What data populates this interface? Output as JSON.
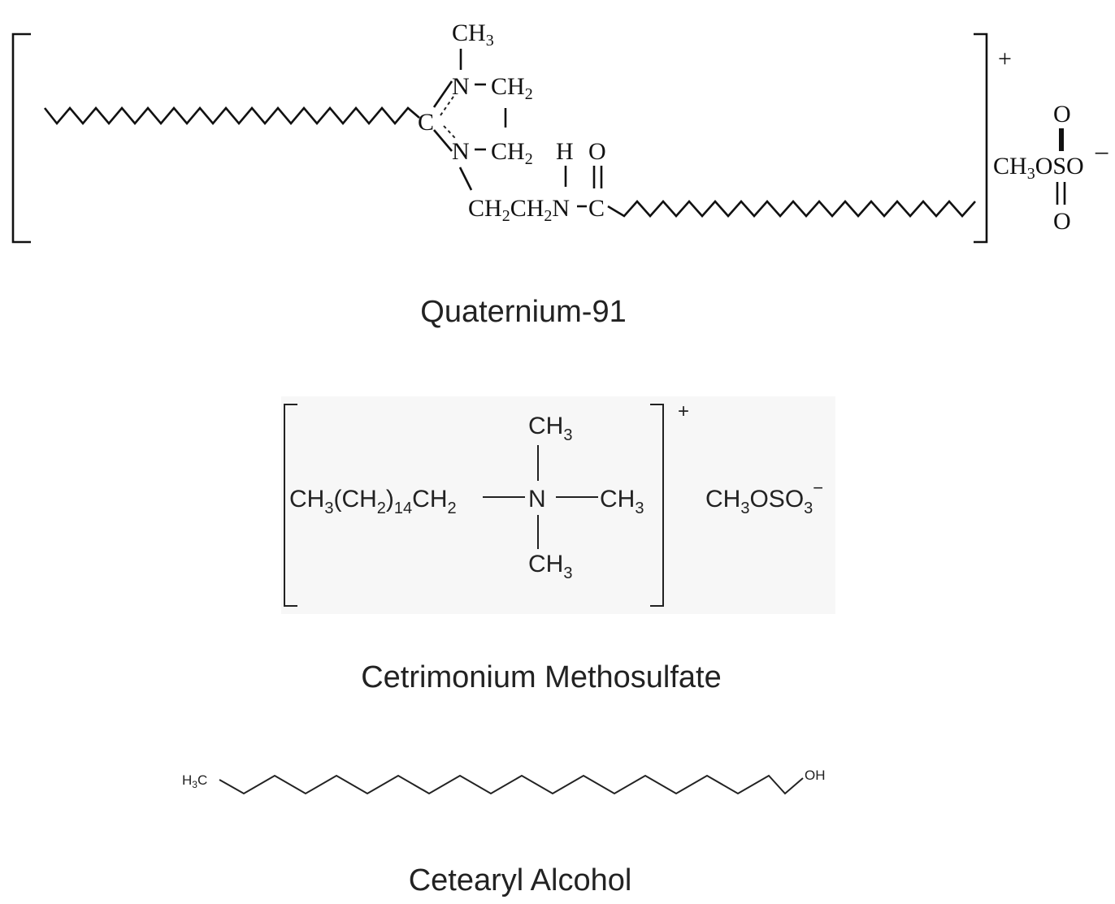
{
  "structures": [
    {
      "name": "Quaternium-91",
      "charge": "+",
      "labels": {
        "ch3_top": "CH",
        "ch3_top_sub": "3",
        "n_top": "N",
        "ch2_top": "CH",
        "ch2_top_sub": "2",
        "c_ring": "C",
        "n_bottom": "N",
        "ch2_mid": "CH",
        "ch2_mid_sub": "2",
        "h": "H",
        "o_amide": "O",
        "chain_link_1": "CH",
        "chain_link_1_sub": "2",
        "chain_link_2": "CH",
        "chain_link_2_sub": "2",
        "n_amide": "N",
        "c_amide": "C"
      },
      "counterion": {
        "prefix": "CH",
        "prefix_sub": "3",
        "middle": "OSO",
        "charge": "−",
        "o_top": "O",
        "o_bottom": "O"
      }
    },
    {
      "name": "Cetrimonium Methosulfate",
      "charge": "+",
      "labels": {
        "chain": "CH",
        "chain_sub1": "3",
        "chain_mid": "(CH",
        "chain_sub2": "2",
        "chain_close": ")",
        "chain_sub3": "14",
        "chain_end": "CH",
        "chain_sub4": "2",
        "n": "N",
        "ch3_top": "CH",
        "ch3_top_sub": "3",
        "ch3_right": "CH",
        "ch3_right_sub": "3",
        "ch3_bottom": "CH",
        "ch3_bottom_sub": "3"
      },
      "counterion": {
        "text1": "CH",
        "sub1": "3",
        "text2": "OSO",
        "sub2": "3",
        "charge": "−"
      }
    },
    {
      "name": "Cetearyl Alcohol",
      "labels": {
        "left": "H",
        "left_sub": "3",
        "left_c": "C",
        "right": "OH"
      }
    }
  ]
}
